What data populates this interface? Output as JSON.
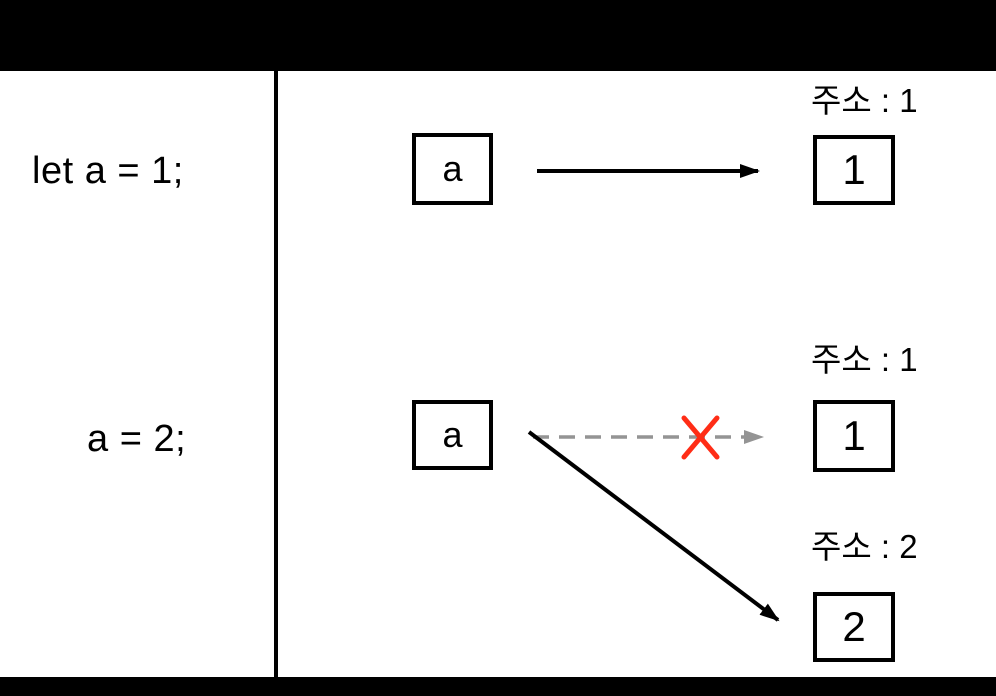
{
  "colors": {
    "background": "#ffffff",
    "letterbox": "#000000",
    "line": "#000000",
    "dashed_arrow": "#949494",
    "x_mark": "#ff2d16"
  },
  "code_panel": {
    "line1": "let a = 1;",
    "line2": "a = 2;"
  },
  "memory_panel": {
    "step1": {
      "variable": "a",
      "address_label": "주소 : 1",
      "value": "1"
    },
    "step2": {
      "variable": "a",
      "old_address_label": "주소 : 1",
      "old_value": "1",
      "new_address_label": "주소 : 2",
      "new_value": "2"
    }
  }
}
